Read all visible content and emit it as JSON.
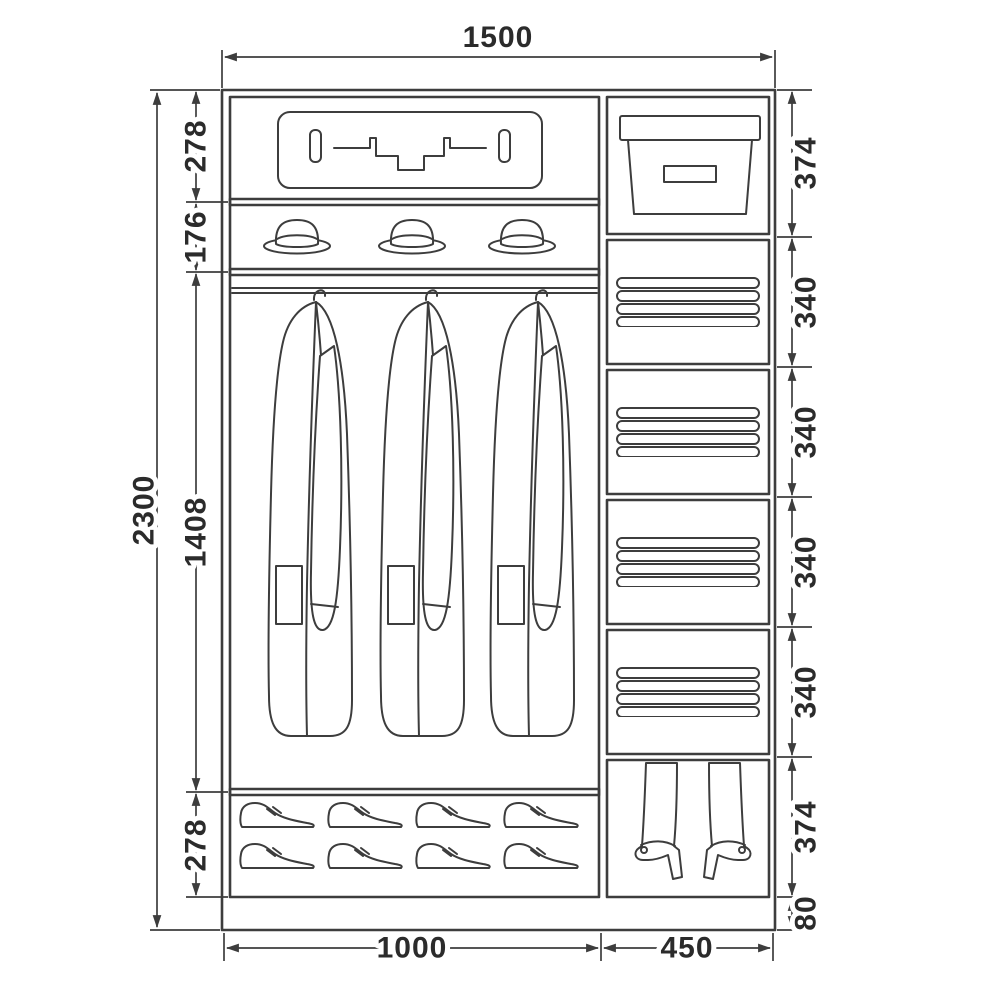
{
  "diagram": {
    "title": "Wardrobe interior layout with dimensions",
    "overall": {
      "width_mm": "1500",
      "height_mm": "2300"
    },
    "left_column": {
      "width_mm": "1000",
      "sections": [
        {
          "size": "278",
          "content": "suitcase"
        },
        {
          "size": "176",
          "content": "hats"
        },
        {
          "size": "1408",
          "content": "hanging-coats"
        },
        {
          "size": "278",
          "content": "shoes"
        }
      ]
    },
    "right_column": {
      "width_mm": "450",
      "sections": [
        {
          "size": "374",
          "content": "storage-box"
        },
        {
          "size": "340",
          "content": "folded-linen"
        },
        {
          "size": "340",
          "content": "folded-linen"
        },
        {
          "size": "340",
          "content": "folded-linen"
        },
        {
          "size": "340",
          "content": "folded-linen"
        },
        {
          "size": "374",
          "content": "boots"
        },
        {
          "size": "80",
          "content": "plinth"
        }
      ]
    },
    "colors": {
      "line": "#3d3d3d",
      "text": "#2b2b2b",
      "background": "#ffffff"
    }
  }
}
